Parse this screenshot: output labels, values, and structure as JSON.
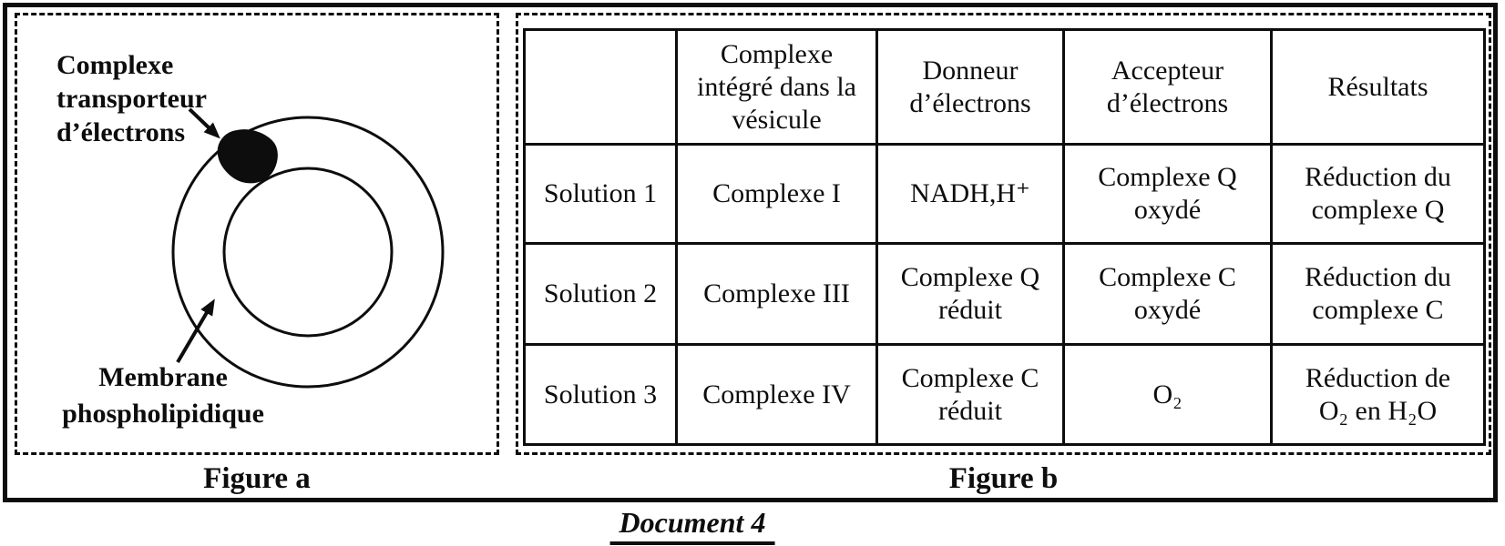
{
  "page": {
    "title": "Document 4",
    "ink_color": "#0d0d0d",
    "paper_color": "#ffffff"
  },
  "figure_a": {
    "caption": "Figure a",
    "complex_label": "Complexe\ntransporteur\nd’électrons",
    "membrane_label": "Membrane\nphospholipidique"
  },
  "figure_b": {
    "caption": "Figure b",
    "table": {
      "headers": [
        "",
        "Complexe\nintégré dans la\nvésicule",
        "Donneur\nd’électrons",
        "Accepteur\nd’électrons",
        "Résultats"
      ],
      "rows": [
        [
          "Solution 1",
          "Complexe I",
          "NADH,H⁺",
          "Complexe Q\noxydé",
          "Réduction du\ncomplexe Q"
        ],
        [
          "Solution 2",
          "Complexe III",
          "Complexe Q\nréduit",
          "Complexe C\noxydé",
          "Réduction du\ncomplexe C"
        ],
        [
          "Solution 3",
          "Complexe IV",
          "Complexe C\nréduit",
          "O₂",
          "Réduction de\nO₂ en H₂O"
        ]
      ]
    }
  }
}
